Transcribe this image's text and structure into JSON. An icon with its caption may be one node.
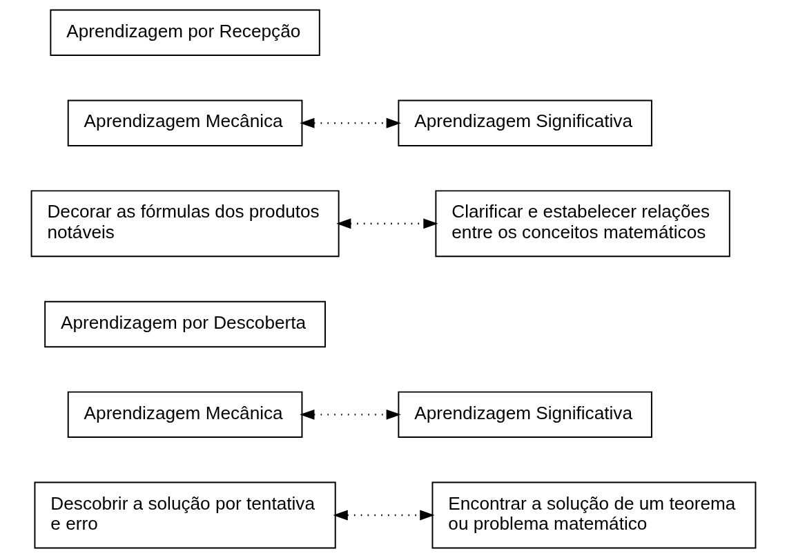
{
  "diagram": {
    "nodes": [
      {
        "text": [
          "Aprendizagem por Recepção"
        ]
      },
      {
        "text": [
          "Aprendizagem Mecânica"
        ]
      },
      {
        "text": [
          "Aprendizagem Significativa"
        ]
      },
      {
        "text": [
          "Decorar as fórmulas dos produtos notáveis"
        ]
      },
      {
        "text": [
          "Clarificar e estabelecer relações entre os conceitos matemáticos"
        ]
      },
      {
        "text": [
          "Aprendizagem por Descoberta"
        ]
      },
      {
        "text": [
          "Aprendizagem Mecânica"
        ]
      },
      {
        "text": [
          "Aprendizagem Significativa"
        ]
      },
      {
        "text": [
          "Descobrir a solução por tentativa e erro"
        ]
      },
      {
        "text": [
          "Encontrar a solução de um teorema ou problema matemático"
        ]
      }
    ],
    "edges": [
      {
        "from": 1,
        "to": 2,
        "arrow": "both",
        "style": "dashed"
      },
      {
        "from": 3,
        "to": 4,
        "arrow": "both",
        "style": "dashed"
      },
      {
        "from": 6,
        "to": 7,
        "arrow": "both",
        "style": "dashed"
      },
      {
        "from": 8,
        "to": 9,
        "arrow": "both",
        "style": "dashed"
      }
    ]
  }
}
